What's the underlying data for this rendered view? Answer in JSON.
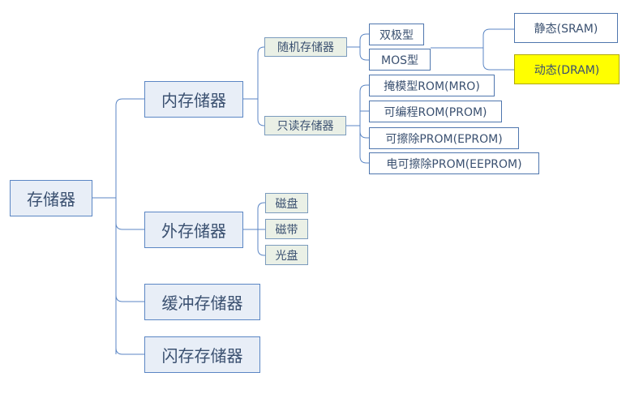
{
  "nodes": {
    "root": "存储器",
    "internal": "内存储器",
    "external": "外存储器",
    "buffer": "缓冲存储器",
    "flash": "闪存存储器",
    "ram": "随机存储器",
    "rom": "只读存储器",
    "bipolar": "双极型",
    "mos": "MOS型",
    "sram": "静态(SRAM)",
    "dram": "动态(DRAM)",
    "mask_rom": "掩模型ROM(MRO)",
    "prom": "可编程ROM(PROM)",
    "eprom": "可擦除PROM(EPROM)",
    "eeprom": "电可擦除PROM(EEPROM)",
    "disk": "磁盘",
    "tape": "磁带",
    "optical": "光盘"
  },
  "colors": {
    "line": "#5b86c4",
    "highlight": "#ffff00"
  }
}
